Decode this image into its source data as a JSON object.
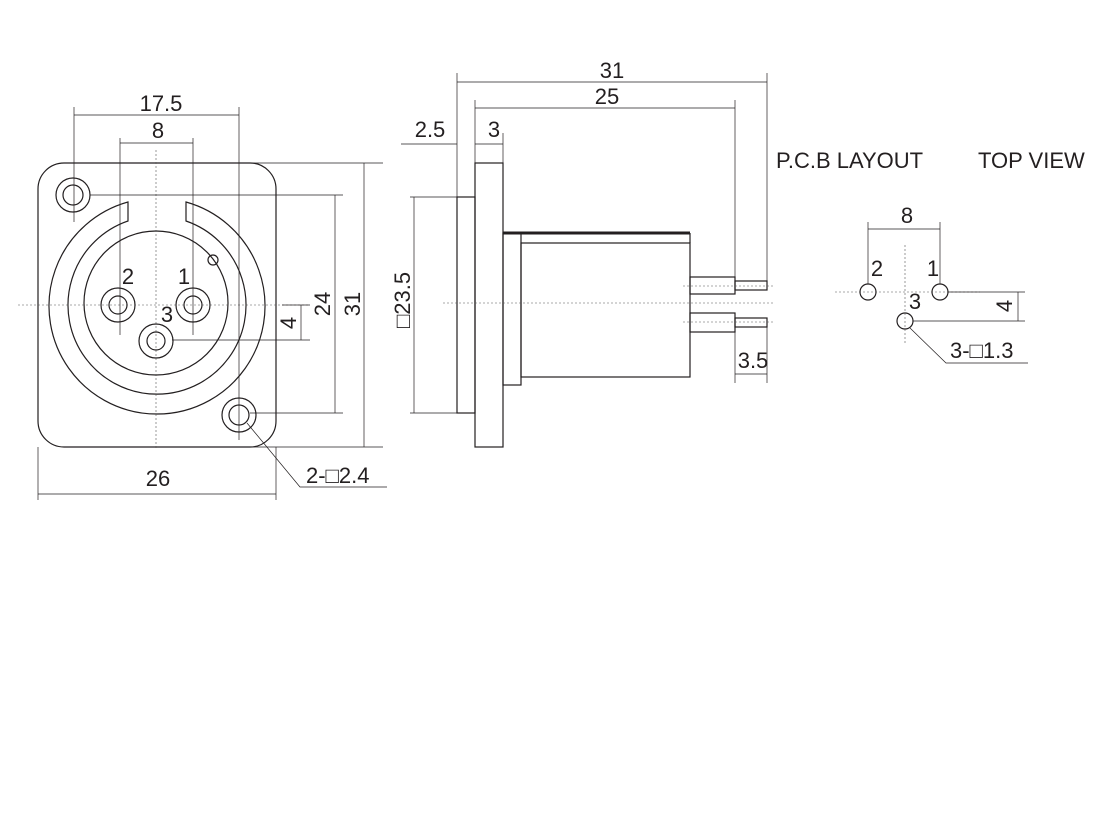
{
  "front_view": {
    "dims": {
      "hole_spacing": "17.5",
      "pin_spacing": "8",
      "width": "26",
      "height_holes": "24",
      "height_total": "31",
      "pin_offset": "4",
      "mount_hole": "2-□2.4"
    },
    "pin_labels": [
      "1",
      "2",
      "3"
    ]
  },
  "side_view": {
    "dims": {
      "total_length": "31",
      "body_length": "25",
      "lip": "2.5",
      "flange": "3",
      "lip_height": "□23.5",
      "pin_tail": "3.5"
    }
  },
  "pcb_layout": {
    "title": "P.C.B LAYOUT",
    "subtitle": "TOP VIEW",
    "dims": {
      "pin_spacing": "8",
      "pin_offset": "4",
      "hole": "3-□1.3"
    },
    "pin_labels": [
      "1",
      "2",
      "3"
    ]
  }
}
